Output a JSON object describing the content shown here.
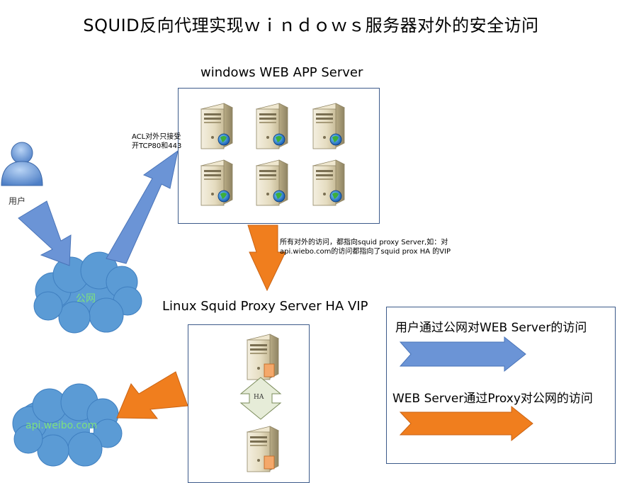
{
  "title": "SQUID反向代理实现ｗｉｎｄｏｗｓ服务器对外的安全访问",
  "windows_server": {
    "label": "windows WEB APP Server",
    "server_count": 6
  },
  "user": {
    "label": "用户"
  },
  "acl_note": {
    "line1": "ACL对外只接受",
    "line2": "开TCP80和443"
  },
  "proxy_note": {
    "line1": "所有对外的访问，都指向squid proxy Server,如：对",
    "line2": "api.wiebo.com的访问都指向了squid prox HA 的VIP"
  },
  "public_net": {
    "label": "公网"
  },
  "linux_proxy": {
    "label": "Linux Squid  Proxy Server  HA VIP",
    "ha_label": "HA"
  },
  "api_cloud": {
    "label": "api.weibo.com"
  },
  "legend": {
    "blue_text": "用户通过公网对WEB Server的访问",
    "orange_text": "WEB Server通过Proxy对公网的访问"
  },
  "colors": {
    "blue_arrow": "#6b94d6",
    "orange_arrow": "#f07e1e",
    "cloud": "#5b9bd5",
    "box_border": "#3c5a8a"
  }
}
